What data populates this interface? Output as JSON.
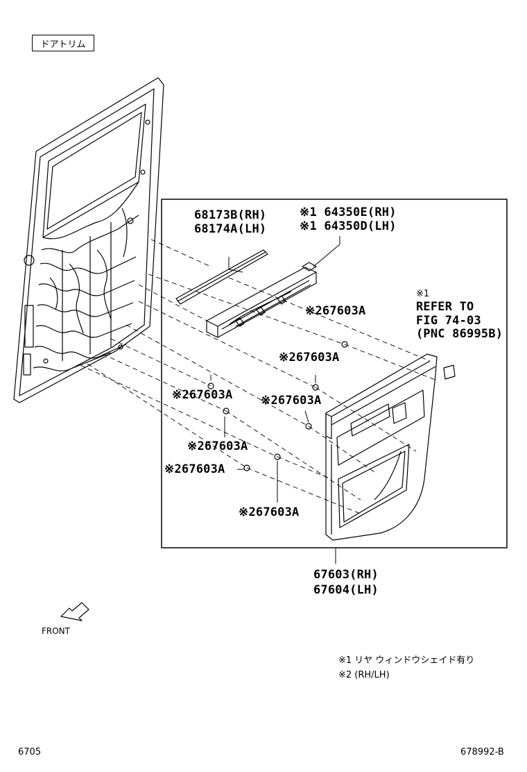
{
  "title_box": "ドアトリム",
  "parts": {
    "p68173b": "68173B(RH)",
    "p68174a": "68174A(LH)",
    "p64350e": "※1 64350E(RH)",
    "p64350d": "※1 64350D(LH)",
    "clip_a": "※267603A",
    "clip_b": "※267603A",
    "clip_c": "※267603A",
    "clip_d": "※267603A",
    "clip_e": "※267603A",
    "clip_f": "※267603A",
    "clip_g": "※267603A",
    "p67603": "67603(RH)",
    "p67604": "67604(LH)"
  },
  "refer": {
    "mark": "※1",
    "line1": "REFER TO",
    "line2": "FIG 74-03",
    "line3": "(PNC 86995B)"
  },
  "front_label": "FRONT",
  "notes": {
    "n1": "※1 リヤ ウィンドウシェイド有り",
    "n2": "※2 (RH/LH)"
  },
  "footer": {
    "left": "6705",
    "right": "678992-B"
  }
}
